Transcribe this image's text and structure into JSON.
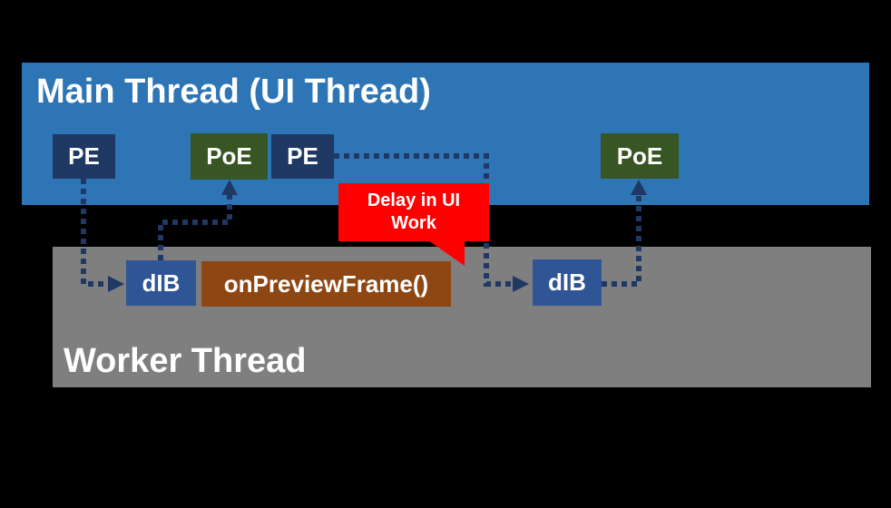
{
  "colors": {
    "background": "#000000",
    "main_thread_band": "#2E75B6",
    "worker_thread_band": "#7F7F7F",
    "pe_box": "#1F3864",
    "poe_box": "#375623",
    "dib_box": "#2F5597",
    "callback_box": "#8E4612",
    "callout": "#FF0000",
    "connector": "#1F3864",
    "text": "#FFFFFF"
  },
  "main_thread": {
    "label": "Main Thread (UI Thread)",
    "boxes": [
      {
        "label": "PE"
      },
      {
        "label": "PoE"
      },
      {
        "label": "PE"
      },
      {
        "label": "PoE"
      }
    ]
  },
  "worker_thread": {
    "label": "Worker Thread",
    "boxes": [
      {
        "label": "dIB"
      },
      {
        "label": "onPreviewFrame()"
      },
      {
        "label": "dIB"
      }
    ]
  },
  "callout": {
    "line1": "Delay in UI",
    "line2": "Work"
  }
}
